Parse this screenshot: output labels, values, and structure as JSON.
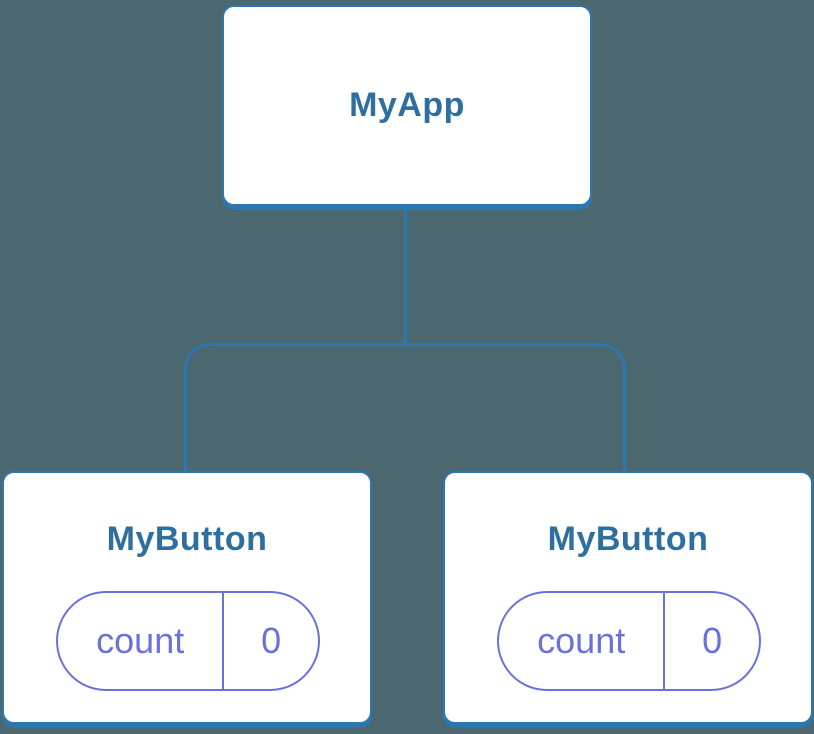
{
  "theme": {
    "background_color": "#4b6770",
    "connector_color": "#2e77ae",
    "node_border_color": "#2e77ae",
    "node_background_color": "#ffffff",
    "node_label_color": "#2f6f9f",
    "state_pill_color": "#6b71db"
  },
  "diagram": {
    "type": "component-tree",
    "root": {
      "label": "MyApp"
    },
    "children": [
      {
        "label": "MyButton",
        "state": {
          "key": "count",
          "value": "0"
        }
      },
      {
        "label": "MyButton",
        "state": {
          "key": "count",
          "value": "0"
        }
      }
    ]
  }
}
